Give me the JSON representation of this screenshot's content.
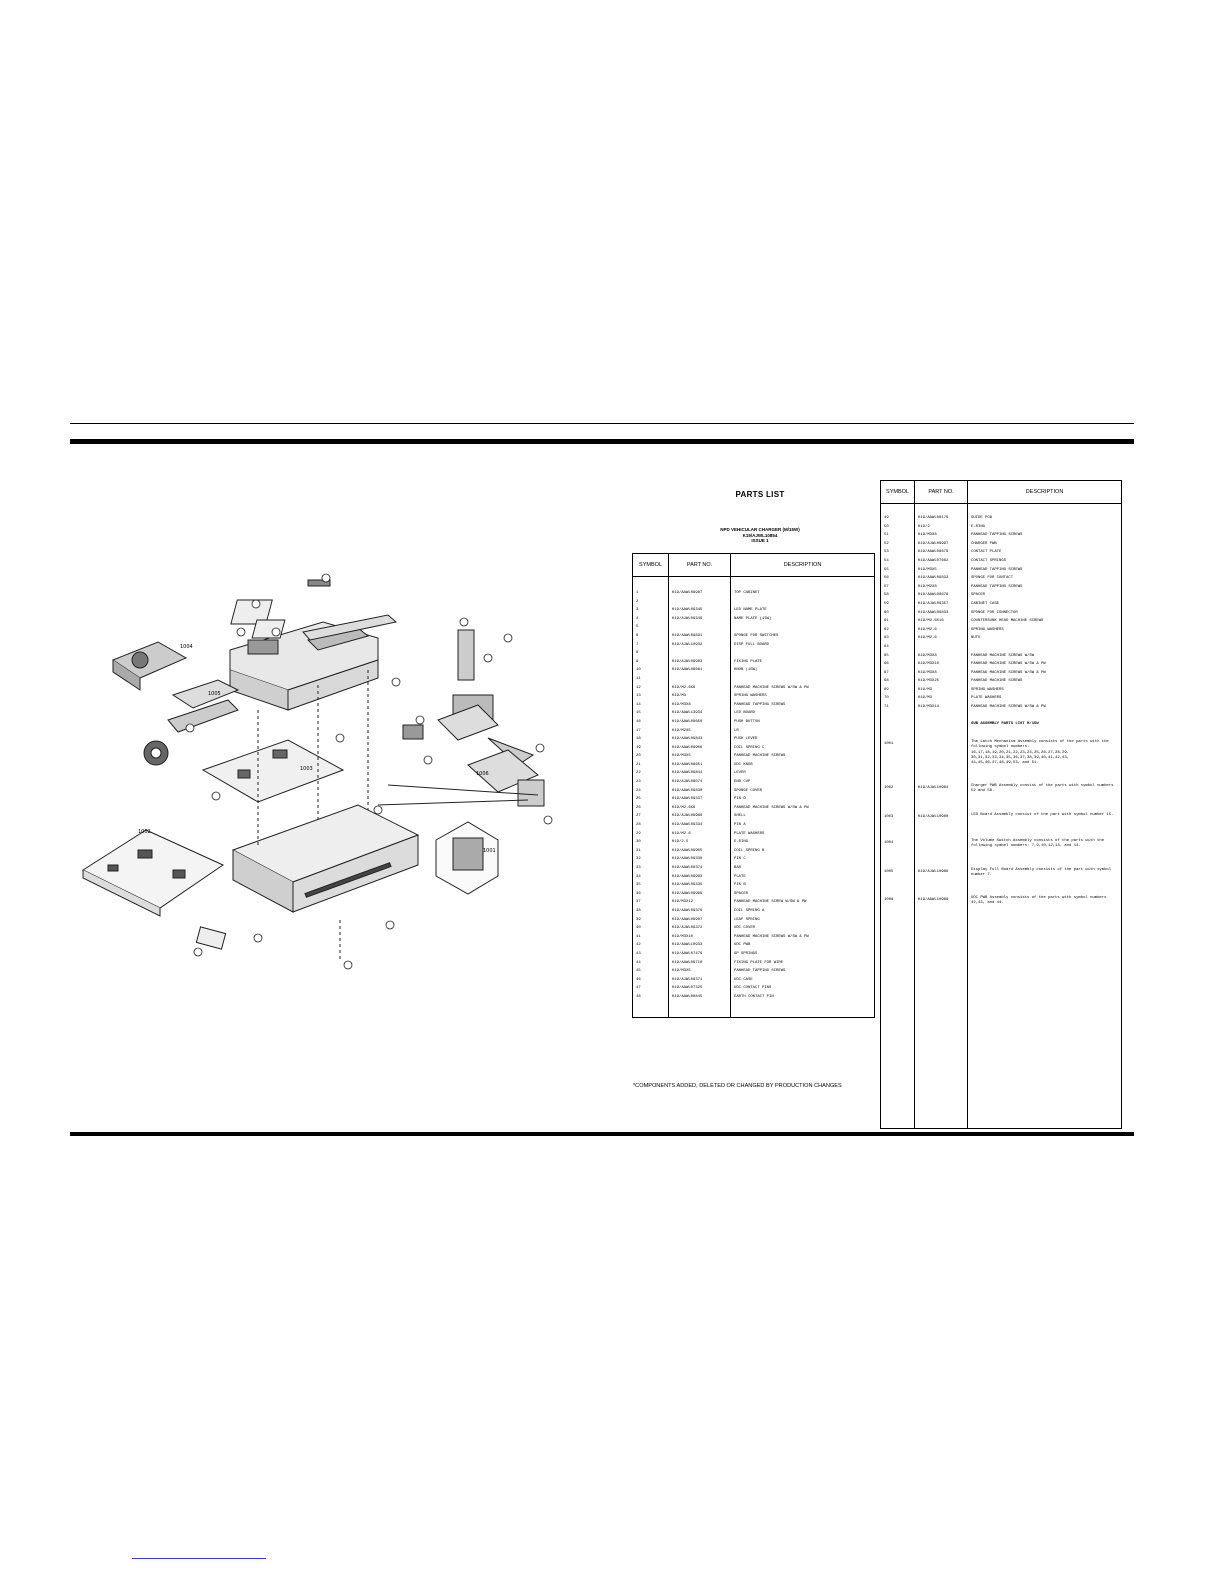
{
  "parts_list": {
    "title": "PARTS LIST",
    "model": "NPD VEHICULAR CHARGER (M/15W)",
    "code": "K19/AJWL10854",
    "issue": "ISSUE 1",
    "headers": {
      "symbol": "SYMBOL",
      "part_no": "PART NO.",
      "description": "DESCRIPTION"
    },
    "left_rows": [
      {
        "symbol": "1",
        "part": "K19/AAWL09987",
        "desc": "TOP CABINET"
      },
      {
        "symbol": "2",
        "part": "",
        "desc": ""
      },
      {
        "symbol": "3",
        "part": "K19/AAWL09345",
        "desc": "LED NAME PLATE"
      },
      {
        "symbol": "4",
        "part": "K19/AJWL09349",
        "desc": "NAME PLATE (15W)"
      },
      {
        "symbol": "5",
        "part": "",
        "desc": ""
      },
      {
        "symbol": "6",
        "part": "K19/AAWL09831",
        "desc": "SPONGE FOR SWITCHES"
      },
      {
        "symbol": "7",
        "part": "K19/AJWL10932",
        "desc": "DISP FULL BOARD"
      },
      {
        "symbol": "8",
        "part": "",
        "desc": ""
      },
      {
        "symbol": "9",
        "part": "K19/AJWL09983",
        "desc": "FIXING PLATE"
      },
      {
        "symbol": "10",
        "part": "K19/AAWL08661",
        "desc": "KNOB (15W)"
      },
      {
        "symbol": "11",
        "part": "",
        "desc": ""
      },
      {
        "symbol": "12",
        "part": "K19/M2.6X6",
        "desc": "PANHEAD MACHINE SCREWS W/SW & PW"
      },
      {
        "symbol": "13",
        "part": "K19/M3",
        "desc": "SPRING WASHERS"
      },
      {
        "symbol": "14",
        "part": "K19/M3X8",
        "desc": "PANHEAD TAPPING SCREWS"
      },
      {
        "symbol": "15",
        "part": "K19/AAWL13934",
        "desc": "LED BOARD"
      },
      {
        "symbol": "16",
        "part": "K19/AAWL08650",
        "desc": "PUSH BUTTON"
      },
      {
        "symbol": "17",
        "part": "K19/M2X5",
        "desc": "LR"
      },
      {
        "symbol": "18",
        "part": "K19/AAWL09843",
        "desc": "PUSH LEVER"
      },
      {
        "symbol": "19",
        "part": "K19/AAWL09906",
        "desc": "COIL SPRING C"
      },
      {
        "symbol": "20",
        "part": "K19/M3X5",
        "desc": "PANHEAD MACHINE SCREWS"
      },
      {
        "symbol": "21",
        "part": "K19/AAWL08651",
        "desc": "UDC KNOB"
      },
      {
        "symbol": "22",
        "part": "K19/AAWL09844",
        "desc": "LEVER"
      },
      {
        "symbol": "23",
        "part": "K19/AJWL08074",
        "desc": "END CUP"
      },
      {
        "symbol": "24",
        "part": "K19/AAWL09830",
        "desc": "SPONGE COVER"
      },
      {
        "symbol": "25",
        "part": "K19/AAWL09337",
        "desc": "PIN D"
      },
      {
        "symbol": "26",
        "part": "K19/M2.6X6",
        "desc": "PANHEAD MACHINE SCREWS W/SW & PW"
      },
      {
        "symbol": "27",
        "part": "K19/AJWL09980",
        "desc": "SHELL"
      },
      {
        "symbol": "28",
        "part": "K19/AAWL09334",
        "desc": "PIN A"
      },
      {
        "symbol": "29",
        "part": "K19/M2.6",
        "desc": "PLATE WASHERS"
      },
      {
        "symbol": "30",
        "part": "K19/2.5",
        "desc": "E-RING"
      },
      {
        "symbol": "31",
        "part": "K19/AAWL09905",
        "desc": "COIL SPRING B"
      },
      {
        "symbol": "32",
        "part": "K19/AAWL09336",
        "desc": "PIN C"
      },
      {
        "symbol": "33",
        "part": "K19/AAWL08374",
        "desc": "BAR"
      },
      {
        "symbol": "34",
        "part": "K19/AAWL09993",
        "desc": "PLATE"
      },
      {
        "symbol": "35",
        "part": "K19/AAWL09335",
        "desc": "PIN B"
      },
      {
        "symbol": "36",
        "part": "K19/AAWL09999",
        "desc": "SPACER"
      },
      {
        "symbol": "37",
        "part": "K19/M3X12",
        "desc": "PANHEAD MACHINE SCREW W/SW & PW"
      },
      {
        "symbol": "38",
        "part": "K19/AAWL09379",
        "desc": "COIL SPRING A"
      },
      {
        "symbol": "39",
        "part": "K19/AAWL09907",
        "desc": "LEAF SPRING"
      },
      {
        "symbol": "40",
        "part": "K19/AJWL09372",
        "desc": "UDC COVER"
      },
      {
        "symbol": "41",
        "part": "K19/M3X10",
        "desc": "PANHEAD MACHINE SCREWS W/SW & PW"
      },
      {
        "symbol": "42",
        "part": "K19/AAWL10933",
        "desc": "UDC PWB"
      },
      {
        "symbol": "43",
        "part": "K19/AAWL07479",
        "desc": "GP SPRINGS"
      },
      {
        "symbol": "44",
        "part": "K19/AAWL09710",
        "desc": "FIXING PLATE FOR WIRE"
      },
      {
        "symbol": "45",
        "part": "K19/M3X5",
        "desc": "PANHEAD TAPPING SCREWS"
      },
      {
        "symbol": "46",
        "part": "K19/AJWL09371",
        "desc": "UDC CASE"
      },
      {
        "symbol": "47",
        "part": "K19/AAWL07325",
        "desc": "UDC CONTACT PINS"
      },
      {
        "symbol": "48",
        "part": "K19/AAWL08845",
        "desc": "EARTH CONTACT PIN"
      }
    ],
    "right_rows": [
      {
        "symbol": "49",
        "part": "K19/AAWL08176",
        "desc": "GUIDE PCB"
      },
      {
        "symbol": "50",
        "part": "K19/2",
        "desc": "E-RING"
      },
      {
        "symbol": "51",
        "part": "K19/M3X8",
        "desc": "PANHEAD TAPPING SCREWS"
      },
      {
        "symbol": "52",
        "part": "K19/AJWL09997",
        "desc": "CHARGER PWB"
      },
      {
        "symbol": "53",
        "part": "K19/AAWL08679",
        "desc": "CONTACT PLATE"
      },
      {
        "symbol": "54",
        "part": "K19/AAWL07662",
        "desc": "CONTACT SPRINGS"
      },
      {
        "symbol": "55",
        "part": "K19/M3X5",
        "desc": "PANHEAD TAPPING SCREWS"
      },
      {
        "symbol": "56",
        "part": "K19/AAWL09832",
        "desc": "SPONGE FOR CONTACT"
      },
      {
        "symbol": "57",
        "part": "K19/M2X8",
        "desc": "PANHEAD TAPPING SCREWS"
      },
      {
        "symbol": "58",
        "part": "K19/AAWL08678",
        "desc": "SPACER"
      },
      {
        "symbol": "59",
        "part": "K19/AJWL09357",
        "desc": "CABINET CASE"
      },
      {
        "symbol": "60",
        "part": "K19/AAWL09833",
        "desc": "SPONGE FOR CONNECTOR"
      },
      {
        "symbol": "61",
        "part": "K19/M2.6X16",
        "desc": "COUNTERSUNK HEAD MACHINE SCREWS"
      },
      {
        "symbol": "62",
        "part": "K19/M2.6",
        "desc": "SPRING WASHERS"
      },
      {
        "symbol": "63",
        "part": "K19/M2.6",
        "desc": "NUTS"
      },
      {
        "symbol": "64",
        "part": "",
        "desc": ""
      },
      {
        "symbol": "65",
        "part": "K19/M3X8",
        "desc": "PANHEAD MACHINE SCREWS W/SW"
      },
      {
        "symbol": "66",
        "part": "K19/M3X10",
        "desc": "PANHEAD MACHINE SCREWS W/SW & PW"
      },
      {
        "symbol": "67",
        "part": "K19/M3X8",
        "desc": "PANHEAD MACHINE SCREWS W/SW & PW"
      },
      {
        "symbol": "68",
        "part": "K19/M3X25",
        "desc": "PANHEAD MACHINE SCREWS"
      },
      {
        "symbol": "69",
        "part": "K19/M3",
        "desc": "SPRING WASHERS"
      },
      {
        "symbol": "70",
        "part": "K19/M3",
        "desc": "PLATE WASHERS"
      },
      {
        "symbol": "71",
        "part": "K19/M3X14",
        "desc": "PANHEAD MACHINE SCREWS W/SW & PW"
      }
    ],
    "sub_heading": "SUB ASSEMBLY PARTS LIST M/15W",
    "sub_rows": [
      {
        "symbol": "1001",
        "part": "",
        "desc": "The Latch Mechanism Assembly consists of the parts with the following symbol numbers: 16,17,18,19,20,21,22,23,24,25,26,27,28,29, 30,31,32,33,34,35,36,37,38,39,40,41,42,43, 44,45,46,47,48,49,53, and 51."
      },
      {
        "symbol": "1002",
        "part": "K19/AJWL10984",
        "desc": "Charger PWB Assembly consist of the parts with symbol numbers 52 and 58."
      },
      {
        "symbol": "1003",
        "part": "K19/AJWL10980",
        "desc": "LED Board Assembly consist of the part with symbol number 15."
      },
      {
        "symbol": "1004",
        "part": "",
        "desc": "The Volume Switch Assembly consists of the parts with the following symbol numbers: 7,9,10,12,13, and 14."
      },
      {
        "symbol": "1005",
        "part": "K19/AJWL10986",
        "desc": "Display Full Board Assembly consists of the part with symbol number 7."
      },
      {
        "symbol": "1006",
        "part": "K19/AAWL10989",
        "desc": "UDC PWB Assembly consists of the parts with symbol numbers 42,43, and 44."
      }
    ]
  },
  "footnote": "*COMPONENTS ADDED, DELETED OR CHANGED BY PRODUCTION CHANGES",
  "diagram": {
    "callouts": [
      "1004",
      "1005",
      "1003",
      "1002",
      "1001",
      "1006"
    ]
  }
}
